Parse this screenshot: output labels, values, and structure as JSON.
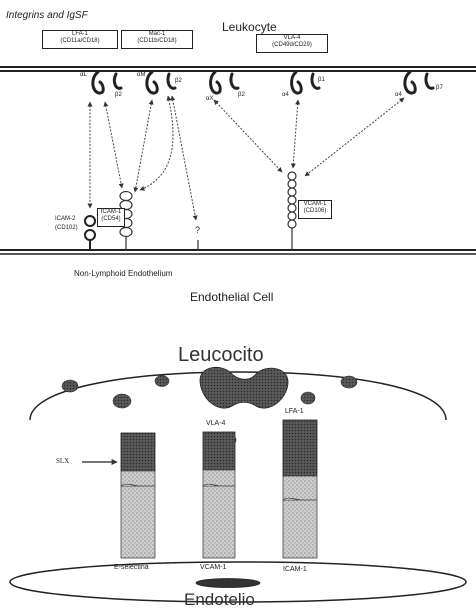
{
  "top_diagram": {
    "header": "Integrins and IgSF",
    "cell_top": "Leukocyte",
    "cell_bottom": "Endothelial Cell",
    "endothelium_label": "Non-Lymphoid Endothelium",
    "integrin_boxes": [
      {
        "name": "LFA-1",
        "cd": "(CD11a/CD18)"
      },
      {
        "name": "Mac-1",
        "cd": "(CD11b/CD18)"
      },
      {
        "name": "VLA-4",
        "cd": "(CD49d/CD29)"
      }
    ],
    "subunits": [
      "αL",
      "β2",
      "αM",
      "β2",
      "αX",
      "β2",
      "α4",
      "β1",
      "α4",
      "β7"
    ],
    "ligand_boxes": [
      {
        "name": "ICAM-1",
        "cd": "(CD54)"
      },
      {
        "name": "VCAM-1",
        "cd": "(CD106)"
      }
    ],
    "icam2": {
      "name": "ICAM-2",
      "cd": "(CD102)"
    },
    "unknown_ligand": "?"
  },
  "bottom_diagram": {
    "cell_top": "Leucocito",
    "cell_bottom": "Endotelio",
    "slx_label": "SLX",
    "leukocyte_molecules": [
      "VLA-4",
      "LFA-1"
    ],
    "endothelial_molecules": [
      "E-selectina",
      "VCAM-1",
      "ICAM-1"
    ]
  }
}
